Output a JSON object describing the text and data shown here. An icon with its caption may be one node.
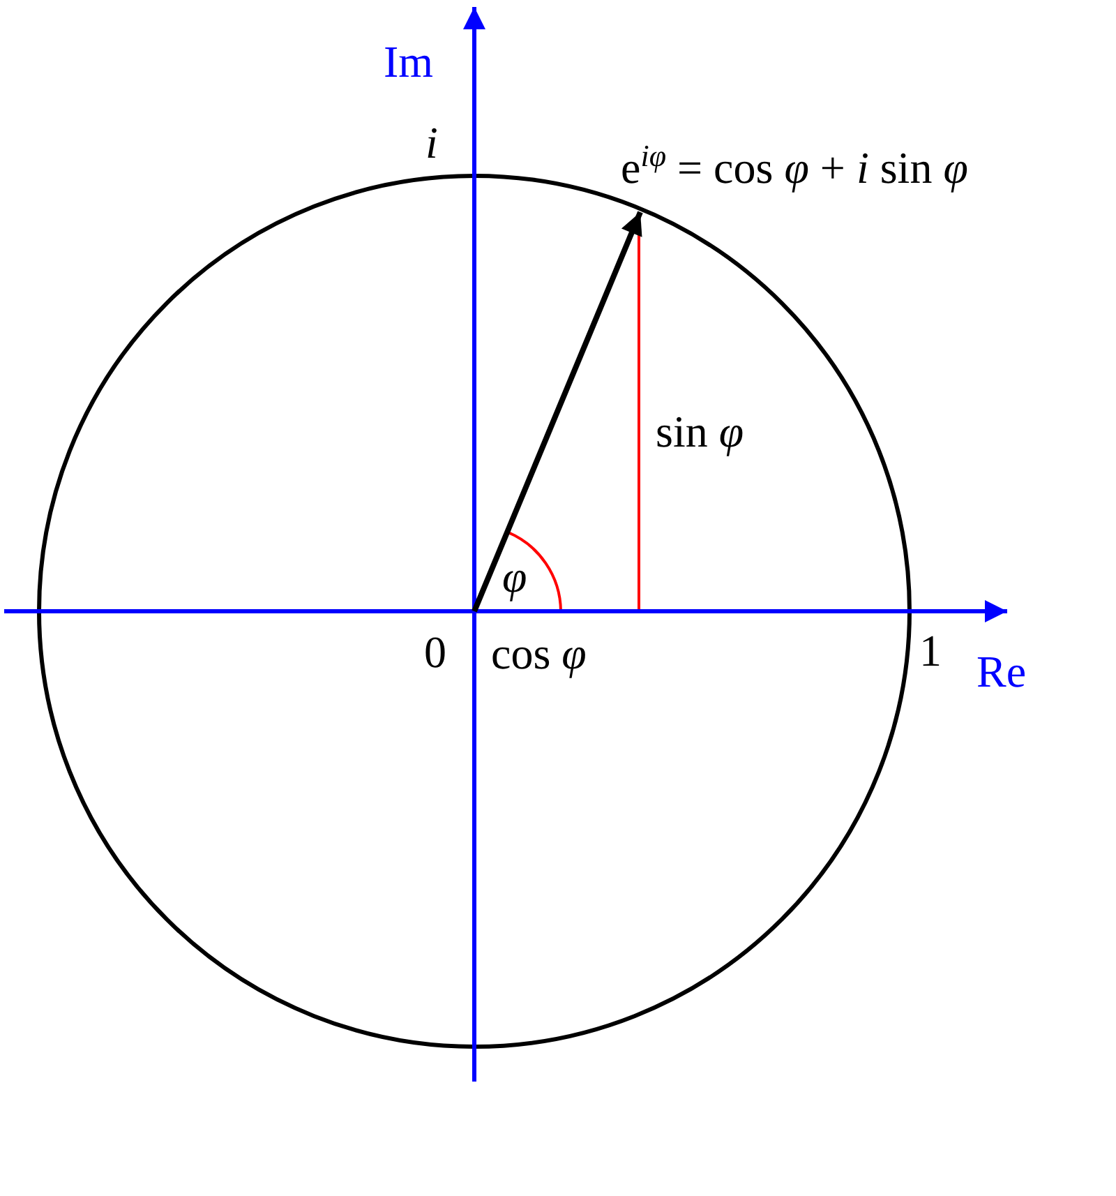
{
  "diagram": {
    "labels": [
      "Im",
      "i",
      "e$^{iφ}$ = cos *φ* + *i* sin *φ*",
      "sin *φ*",
      "φ",
      "0",
      "cos *φ*",
      "1",
      "Re"
    ]
  }
}
